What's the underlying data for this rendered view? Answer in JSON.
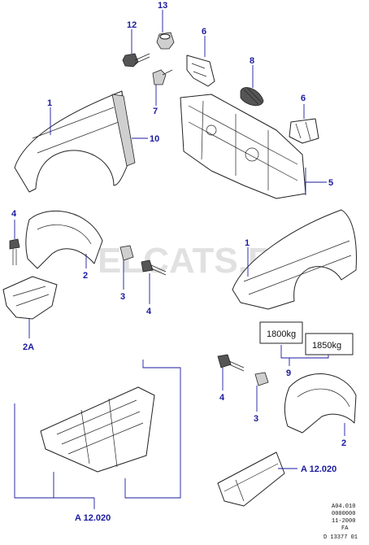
{
  "callouts": {
    "c13": "13",
    "c12": "12",
    "c6a": "6",
    "c8": "8",
    "c6b": "6",
    "c1a": "1",
    "c7": "7",
    "c10": "10",
    "c5": "5",
    "c4a": "4",
    "c2a": "2",
    "c3a": "3",
    "c4b": "4",
    "c2A": "2A",
    "c1b": "1",
    "c9": "9",
    "c4c": "4",
    "c3b": "3",
    "c2b": "2"
  },
  "plates": {
    "left": "1800kg",
    "right": "1850kg"
  },
  "references": {
    "right": "A 12.020",
    "bottom": "A 12.020"
  },
  "watermark": "ELCATS.RU",
  "meta": {
    "line1": "A04.010",
    "line2": "0000000",
    "line3": "11-2000",
    "line4": "FA",
    "line5": "D 13377 01"
  },
  "colors": {
    "callout": "#1a1aa0",
    "line": "#222222"
  }
}
